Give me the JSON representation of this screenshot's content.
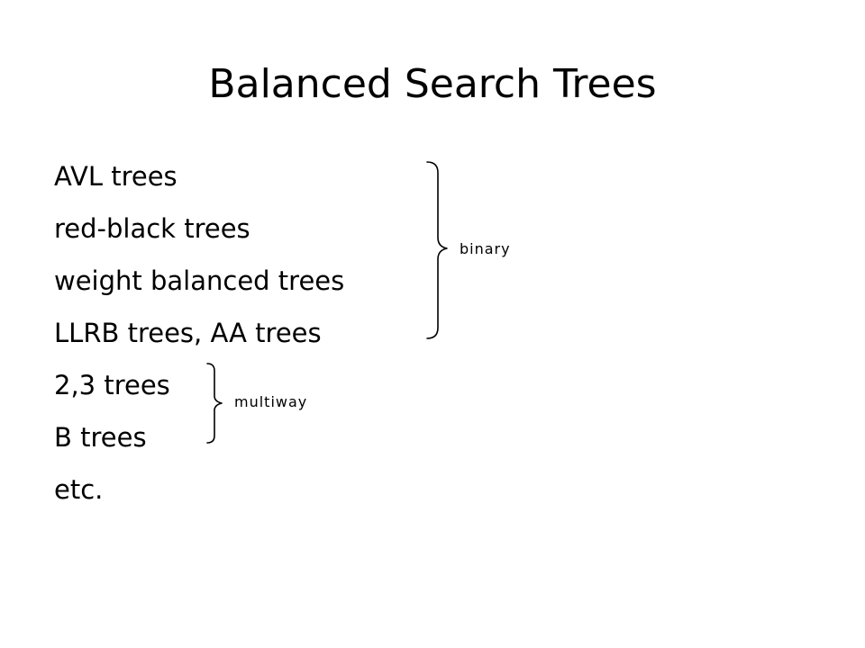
{
  "slide": {
    "title": "Balanced Search Trees",
    "items": [
      "AVL trees",
      "red-black trees",
      "weight balanced trees",
      "LLRB trees, AA trees",
      "2,3 trees",
      "B trees",
      "etc."
    ],
    "groups": {
      "binary": "binary",
      "multiway": "multiway"
    }
  }
}
